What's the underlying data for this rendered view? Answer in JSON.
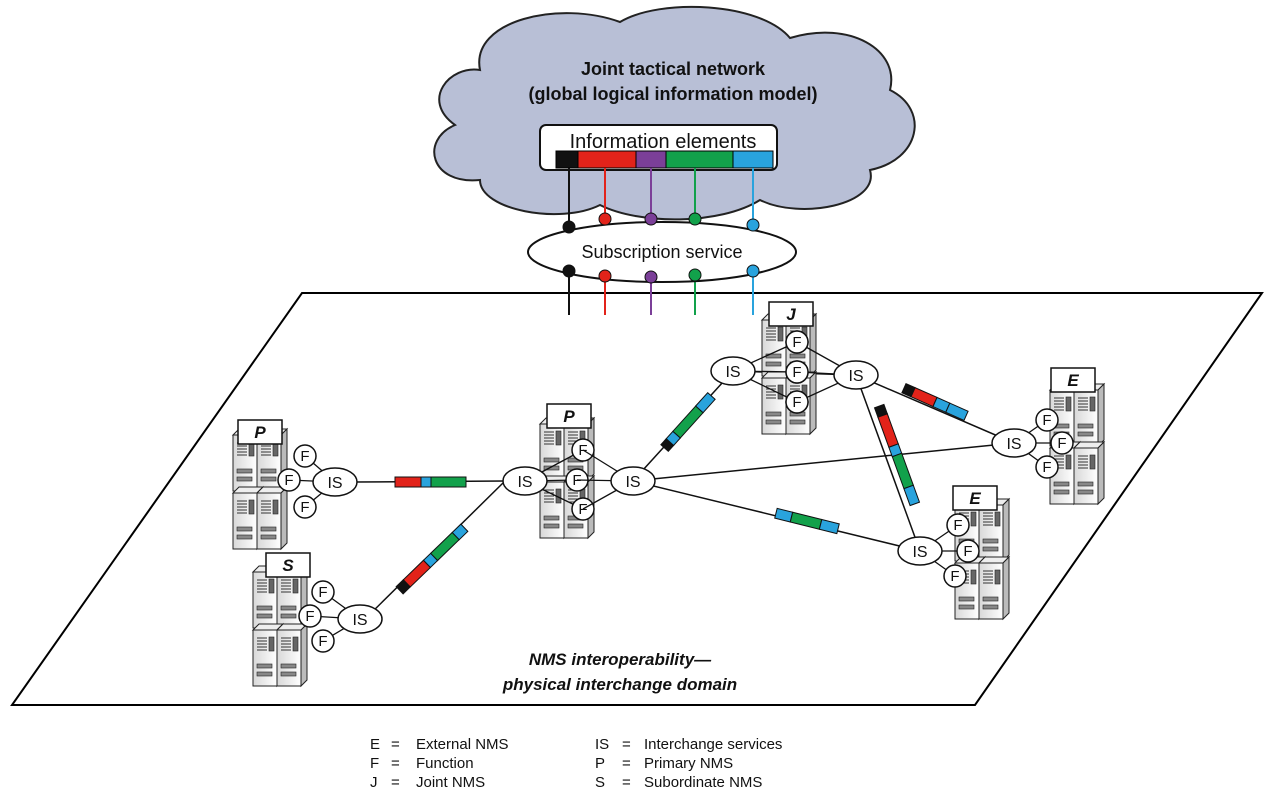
{
  "cloud": {
    "title_line1": "Joint tactical network",
    "title_line2": "(global logical information model)",
    "info_label": "Information elements"
  },
  "subscription_label": "Subscription service",
  "element_colors": [
    "#111111",
    "#e2231a",
    "#7b3f98",
    "#12a14b",
    "#29a3dd"
  ],
  "domain_label_line1": "NMS interoperability—",
  "domain_label_line2": "physical interchange domain",
  "node_labels": {
    "is": "IS",
    "f": "F",
    "primary": "P",
    "subordinate": "S",
    "joint": "J",
    "external": "E"
  },
  "legend": [
    {
      "code": "E",
      "eq": "=",
      "meaning": "External NMS"
    },
    {
      "code": "F",
      "eq": "=",
      "meaning": "Function"
    },
    {
      "code": "J",
      "eq": "=",
      "meaning": "Joint NMS"
    },
    {
      "code": "IS",
      "eq": "=",
      "meaning": "Interchange services"
    },
    {
      "code": "P",
      "eq": "=",
      "meaning": "Primary NMS"
    },
    {
      "code": "S",
      "eq": "=",
      "meaning": "Subordinate NMS"
    }
  ]
}
